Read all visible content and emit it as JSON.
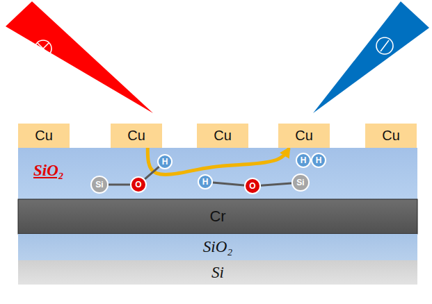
{
  "diagram": {
    "nodes": [
      {
        "text": [
          "Cu"
        ]
      },
      {
        "text": [
          "Cu"
        ]
      },
      {
        "text": [
          "Cu"
        ]
      },
      {
        "text": [
          "Cu"
        ]
      },
      {
        "text": [
          "Cu"
        ]
      },
      {
        "text": [
          "SiO₂"
        ]
      },
      {
        "text": [
          "Si"
        ],
        "in": 5
      },
      {
        "text": [
          "O"
        ],
        "in": 5
      },
      {
        "text": [
          "H"
        ],
        "in": 5
      },
      {
        "text": [
          "H"
        ],
        "in": 5
      },
      {
        "text": [
          "O"
        ],
        "in": 5
      },
      {
        "text": [
          "Si"
        ],
        "in": 5
      },
      {
        "text": [
          "H"
        ],
        "in": 5
      },
      {
        "text": [
          "H"
        ],
        "in": 5
      },
      {
        "text": [
          "Cr"
        ]
      },
      {
        "text": [
          "SiO₂"
        ]
      },
      {
        "text": [
          "Si"
        ]
      }
    ],
    "edges": [
      {
        "from": 1,
        "to": 3,
        "arrow": "to"
      },
      {
        "from": 6,
        "to": 7,
        "arrow": "none"
      },
      {
        "from": 7,
        "to": 8,
        "arrow": "none"
      },
      {
        "from": 9,
        "to": 10,
        "arrow": "none"
      },
      {
        "from": 10,
        "to": 11,
        "arrow": "none"
      }
    ]
  }
}
